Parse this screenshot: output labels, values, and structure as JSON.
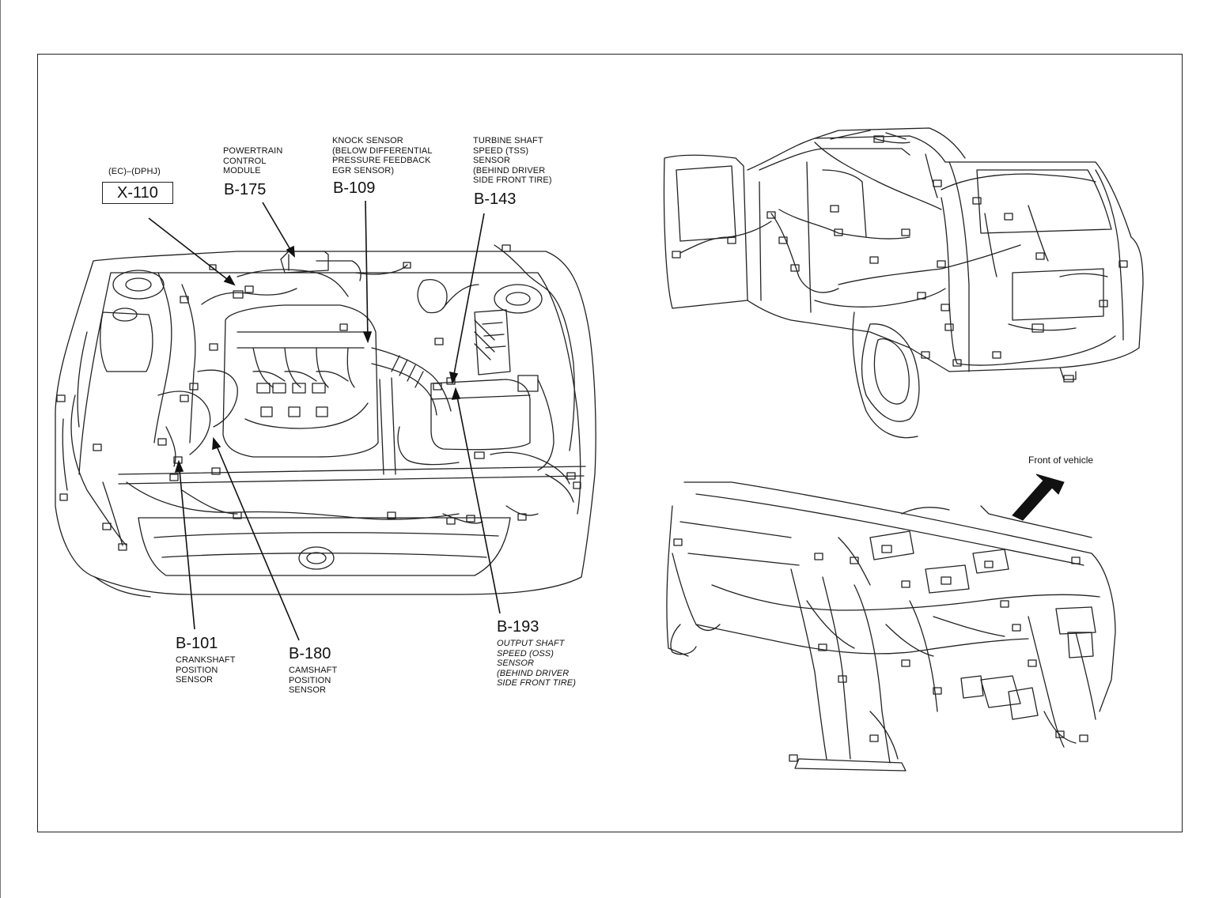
{
  "connectors": {
    "x110": {
      "prefix": "(EC)–(DPHJ)",
      "code": "X-110"
    },
    "b175": {
      "desc": "POWERTRAIN\nCONTROL\nMODULE",
      "code": "B-175"
    },
    "b109": {
      "desc": "KNOCK SENSOR\n(BELOW DIFFERENTIAL\nPRESSURE FEEDBACK\nEGR SENSOR)",
      "code": "B-109"
    },
    "b143": {
      "desc": "TURBINE SHAFT\nSPEED (TSS)\nSENSOR\n(BEHIND DRIVER\nSIDE FRONT TIRE)",
      "code": "B-143"
    },
    "b101": {
      "code": "B-101",
      "desc": "CRANKSHAFT\nPOSITION\nSENSOR"
    },
    "b180": {
      "code": "B-180",
      "desc": "CAMSHAFT\nPOSITION\nSENSOR"
    },
    "b193": {
      "code": "B-193",
      "desc": "OUTPUT SHAFT\nSPEED (OSS)\nSENSOR\n(BEHIND DRIVER\nSIDE FRONT TIRE)"
    }
  },
  "dash_view": {
    "front_label": "Front of vehicle"
  }
}
